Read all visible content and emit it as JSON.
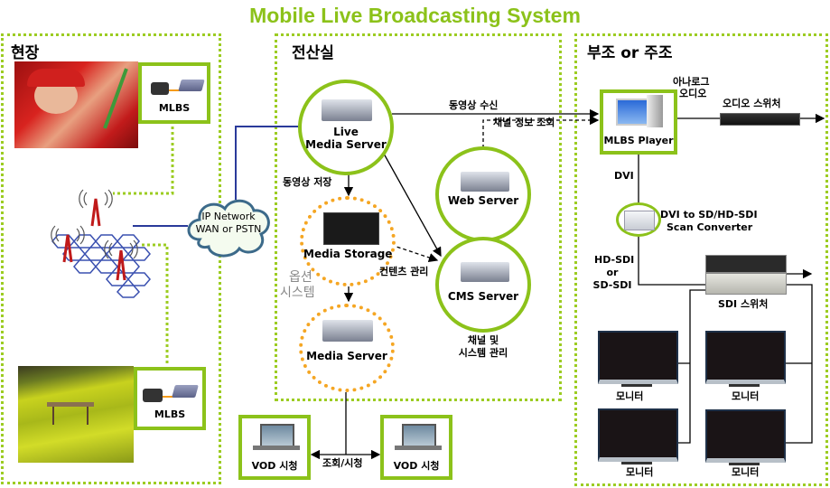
{
  "title": "Mobile Live Broadcasting System",
  "colors": {
    "accent_green": "#8cc21a",
    "option_orange": "#f5a623",
    "network_blue": "#2a3a9a"
  },
  "zones": {
    "field": {
      "title": "현장"
    },
    "computer_room": {
      "title": "전산실"
    },
    "control_room": {
      "title": "부조 or 주조"
    }
  },
  "field": {
    "mlbs_top_label": "MLBS",
    "mlbs_bottom_label": "MLBS",
    "network_cloud": {
      "line1": "IP Network",
      "line2": "WAN or PSTN"
    }
  },
  "computer_room": {
    "live_media_server": {
      "line1": "Live",
      "line2": "Media Server"
    },
    "web_server": "Web Server",
    "cms_server": "CMS Server",
    "media_storage": "Media Storage",
    "media_server": "Media Server",
    "option_system": {
      "line1": "옵션",
      "line2": "시스템"
    },
    "edge_video_receive": "동영상 수신",
    "edge_channel_info": "채널 정보 조회",
    "edge_video_store": "동영상 저장",
    "edge_content_manage": "컨텐츠 관리",
    "cms_caption": {
      "line1": "채널 및",
      "line2": "시스템 관리"
    }
  },
  "vod": {
    "left_label": "VOD 시청",
    "right_label": "VOD 시청",
    "edge_label": "조회/시청"
  },
  "control_room": {
    "mlbs_player": "MLBS Player",
    "analog_audio": {
      "line1": "아나로그",
      "line2": "오디오"
    },
    "audio_switcher": "오디오 스위처",
    "dvi_label": "DVI",
    "scan_converter": {
      "line1": "DVI to SD/HD-SDI",
      "line2": "Scan Converter"
    },
    "sdi_label": {
      "line1": "HD-SDI",
      "line2": "or",
      "line3": "SD-SDI"
    },
    "sdi_switcher": "SDI 스위처",
    "monitors": [
      "모니터",
      "모니터",
      "모니터",
      "모니터"
    ]
  }
}
